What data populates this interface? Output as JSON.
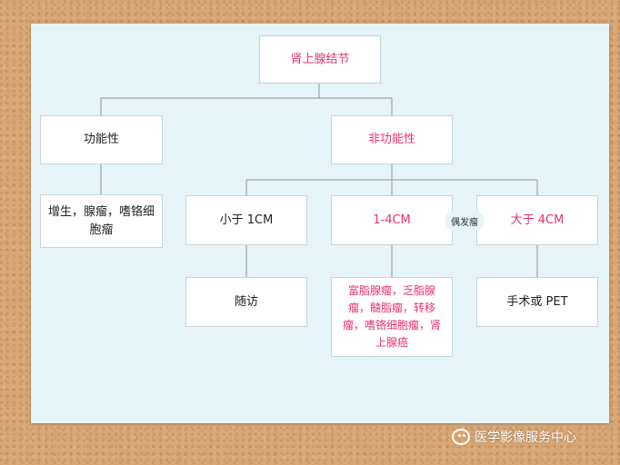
{
  "diagram": {
    "root": "肾上腺结节",
    "functional": "功能性",
    "functional_types": "增生，腺瘤，嗜铬细胞瘤",
    "nonfunctional": "非功能性",
    "size_small": "小于 1CM",
    "size_mid": "1-4CM",
    "size_large": "大于 4CM",
    "small_action": "随访",
    "mid_types": "富脂腺瘤，乏脂腺瘤，髓脂瘤，转移瘤，嗜铬细胞瘤，肾上腺癌",
    "large_action": "手术或 PET",
    "incidentaloma_tag": "偶发瘤"
  },
  "watermark": {
    "text": "医学影像服务中心",
    "icon": "wechat-icon"
  },
  "colors": {
    "highlight": "#e8336f",
    "panel": "#e6f4f7",
    "cork": "#d9a775",
    "connector": "#9aa5a8"
  }
}
